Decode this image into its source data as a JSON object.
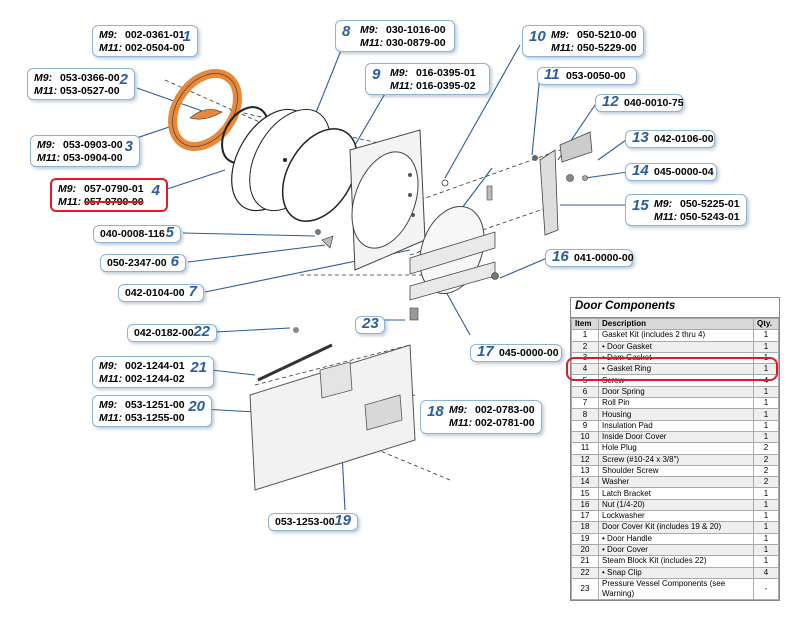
{
  "colors": {
    "callout_border": "#8fb3d3",
    "number": "#2a5d9c",
    "highlight": "#e01b24",
    "gasket": "#e8883a"
  },
  "callouts": [
    {
      "num": "1",
      "lines": [
        [
          "M9:",
          "002-0361-01"
        ],
        [
          "M11:",
          "002-0504-00"
        ]
      ]
    },
    {
      "num": "2",
      "lines": [
        [
          "M9:",
          "053-0366-00"
        ],
        [
          "M11:",
          "053-0527-00"
        ]
      ]
    },
    {
      "num": "3",
      "lines": [
        [
          "M9:",
          "053-0903-00"
        ],
        [
          "M11:",
          "053-0904-00"
        ]
      ]
    },
    {
      "num": "4",
      "lines": [
        [
          "M9:",
          "057-0790-01"
        ],
        [
          "M11:",
          "057-0790-00"
        ]
      ]
    },
    {
      "num": "5",
      "lines": [
        [
          "",
          "040-0008-116"
        ]
      ]
    },
    {
      "num": "6",
      "lines": [
        [
          "",
          "050-2347-00"
        ]
      ]
    },
    {
      "num": "7",
      "lines": [
        [
          "",
          "042-0104-00"
        ]
      ]
    },
    {
      "num": "8",
      "lines": [
        [
          "M9:",
          "030-1016-00"
        ],
        [
          "M11:",
          "030-0879-00"
        ]
      ]
    },
    {
      "num": "9",
      "lines": [
        [
          "M9:",
          "016-0395-01"
        ],
        [
          "M11:",
          "016-0395-02"
        ]
      ]
    },
    {
      "num": "10",
      "lines": [
        [
          "M9:",
          "050-5210-00"
        ],
        [
          "M11:",
          "050-5229-00"
        ]
      ]
    },
    {
      "num": "11",
      "lines": [
        [
          "",
          "053-0050-00"
        ]
      ]
    },
    {
      "num": "12",
      "lines": [
        [
          "",
          "040-0010-75"
        ]
      ]
    },
    {
      "num": "13",
      "lines": [
        [
          "",
          "042-0106-00"
        ]
      ]
    },
    {
      "num": "14",
      "lines": [
        [
          "",
          "045-0000-04"
        ]
      ]
    },
    {
      "num": "15",
      "lines": [
        [
          "M9:",
          "050-5225-01"
        ],
        [
          "M11:",
          "050-5243-01"
        ]
      ]
    },
    {
      "num": "16",
      "lines": [
        [
          "",
          "041-0000-00"
        ]
      ]
    },
    {
      "num": "17",
      "lines": [
        [
          "",
          "045-0000-00"
        ]
      ]
    },
    {
      "num": "18",
      "lines": [
        [
          "M9:",
          "002-0783-00"
        ],
        [
          "M11:",
          "002-0781-00"
        ]
      ]
    },
    {
      "num": "19",
      "lines": [
        [
          "",
          "053-1253-00"
        ]
      ]
    },
    {
      "num": "20",
      "lines": [
        [
          "M9:",
          "053-1251-00"
        ],
        [
          "M11:",
          "053-1255-00"
        ]
      ]
    },
    {
      "num": "21",
      "lines": [
        [
          "M9:",
          "002-1244-01"
        ],
        [
          "M11:",
          "002-1244-02"
        ]
      ]
    },
    {
      "num": "22",
      "lines": [
        [
          "",
          "042-0182-00"
        ]
      ]
    },
    {
      "num": "23",
      "lines": []
    }
  ],
  "table": {
    "title": "Door Components",
    "headers": [
      "Item",
      "Description",
      "Qty."
    ],
    "rows": [
      [
        "1",
        "Gasket Kit (includes 2 thru 4)",
        "1"
      ],
      [
        "2",
        "• Door Gasket",
        "1"
      ],
      [
        "3",
        "• Dam Gasket",
        "1"
      ],
      [
        "4",
        "• Gasket Ring",
        "1"
      ],
      [
        "5",
        "Screw",
        "4"
      ],
      [
        "6",
        "Door Spring",
        "1"
      ],
      [
        "7",
        "Roll Pin",
        "1"
      ],
      [
        "8",
        "Housing",
        "1"
      ],
      [
        "9",
        "Insulation Pad",
        "1"
      ],
      [
        "10",
        "Inside Door Cover",
        "1"
      ],
      [
        "11",
        "Hole Plug",
        "2"
      ],
      [
        "12",
        "Screw (#10-24 x 3/8\")",
        "2"
      ],
      [
        "13",
        "Shoulder Screw",
        "2"
      ],
      [
        "14",
        "Washer",
        "2"
      ],
      [
        "15",
        "Latch Bracket",
        "1"
      ],
      [
        "16",
        "Nut (1/4-20)",
        "1"
      ],
      [
        "17",
        "Lockwasher",
        "1"
      ],
      [
        "18",
        "Door Cover Kit (includes 19 & 20)",
        "1"
      ],
      [
        "19",
        "• Door Handle",
        "1"
      ],
      [
        "20",
        "• Door Cover",
        "1"
      ],
      [
        "21",
        "Steam Block Kit (includes 22)",
        "1"
      ],
      [
        "22",
        "• Snap Clip",
        "4"
      ],
      [
        "23",
        "Pressure Vessel Components (see Warning)",
        "-"
      ]
    ]
  }
}
